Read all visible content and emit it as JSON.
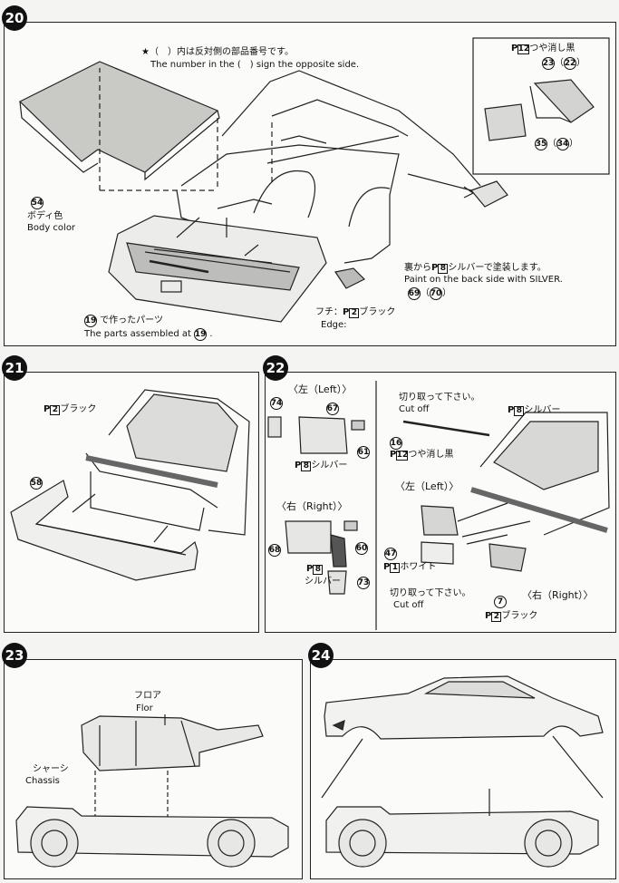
{
  "steps": [
    "20",
    "21",
    "22",
    "23",
    "24"
  ],
  "step20": {
    "note_jp": "★（　）内は反対側の部品番号です。",
    "note_en": "The number in the (　) sign the opposite side.",
    "part54": "54",
    "body_color_jp": "ボディ色",
    "body_color_en": "Body color",
    "assembled_jp": "で作ったパーツ",
    "assembled_en": "The parts assembled at",
    "assembled_num": "19",
    "edge_jp": "フチ：",
    "edge_color": "ブラック",
    "edge_en": "Edge:",
    "paint_ph_pre": "P",
    "paint_jp": "裏から",
    "paint_jp2": "シルバーで塗装します。",
    "paint_en": "Paint on the back side with SILVER.",
    "part69": "69",
    "part70": "70",
    "mirror_color": "つや消し黒",
    "part23": "23",
    "part22": "22",
    "part35": "35",
    "part34": "34",
    "ph12": "12",
    "ph8": "8",
    "ph2": "2"
  },
  "step21": {
    "color": "ブラック",
    "ph2": "2",
    "part58": "58"
  },
  "step22": {
    "left_top": "〈左（Left）〉",
    "right_top": "〈右（Right）〉",
    "left_mid": "〈左（Left）〉",
    "right_mid": "〈右（Right）〉",
    "part74": "74",
    "part67": "67",
    "part61": "61",
    "part68": "68",
    "part60": "60",
    "part73": "73",
    "part16": "16",
    "part47": "47",
    "part7": "7",
    "silver": "シルバー",
    "ph8": "8",
    "ph12": "12",
    "ph1": "1",
    "ph2": "2",
    "matte_black": "つや消し黒",
    "white": "ホワイト",
    "black": "ブラック",
    "cutoff_jp": "切り取って下さい。",
    "cutoff_en": "Cut off"
  },
  "step23": {
    "floor_jp": "フロア",
    "floor_en": "Flor",
    "chassis_jp": "シャーシ",
    "chassis_en": "Chassis"
  },
  "step24": {}
}
